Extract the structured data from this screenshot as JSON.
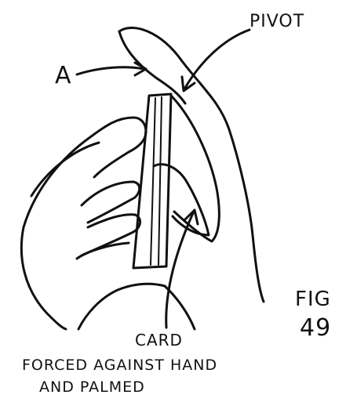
{
  "labels": {
    "pivot": "PIVOT",
    "a": "A",
    "card": "CARD",
    "forced_line1": "FORCED AGAINST HAND",
    "forced_line2": "AND PALMED",
    "fig_word": "FIG",
    "fig_number": "49"
  },
  "ink_color": "#111111",
  "paper_color": "#ffffff"
}
